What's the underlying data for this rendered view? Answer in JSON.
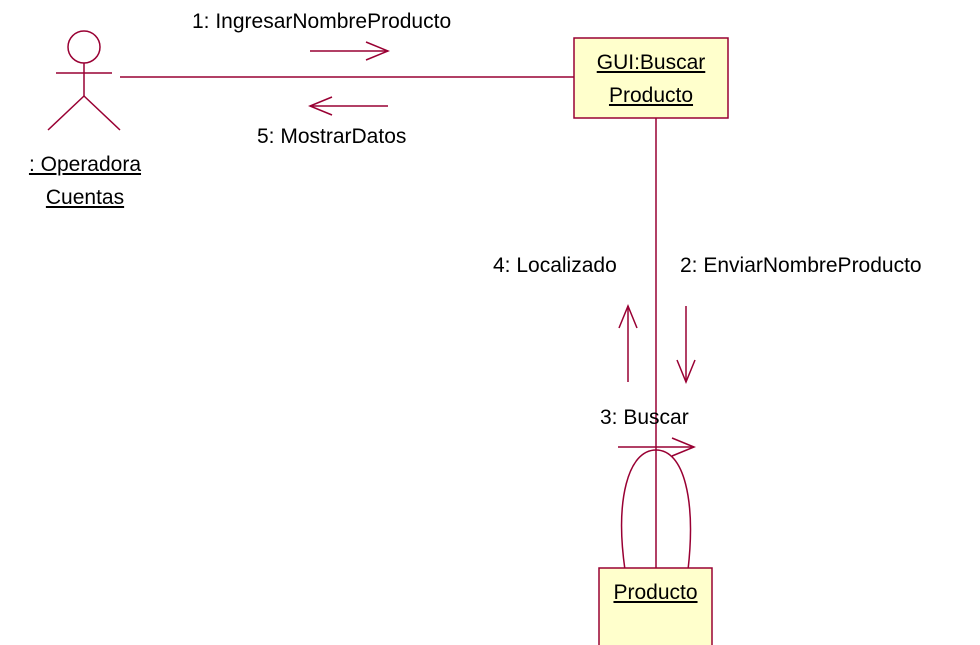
{
  "colors": {
    "line": "#990033",
    "box_fill": "#ffffcc",
    "box_stroke": "#990033",
    "background": "#ffffff",
    "text": "#000000"
  },
  "actor": {
    "name_line1": ": Operadora ",
    "name_line2": "Cuentas"
  },
  "objects": {
    "gui": {
      "label_line1": "GUI:Buscar",
      "label_line2": "Producto"
    },
    "producto": {
      "label": "Producto"
    }
  },
  "messages": {
    "m1": "1: IngresarNombreProducto",
    "m2": "2: EnviarNombreProducto",
    "m3": "3: Buscar",
    "m4": "4: Localizado",
    "m5": "5: MostrarDatos"
  }
}
